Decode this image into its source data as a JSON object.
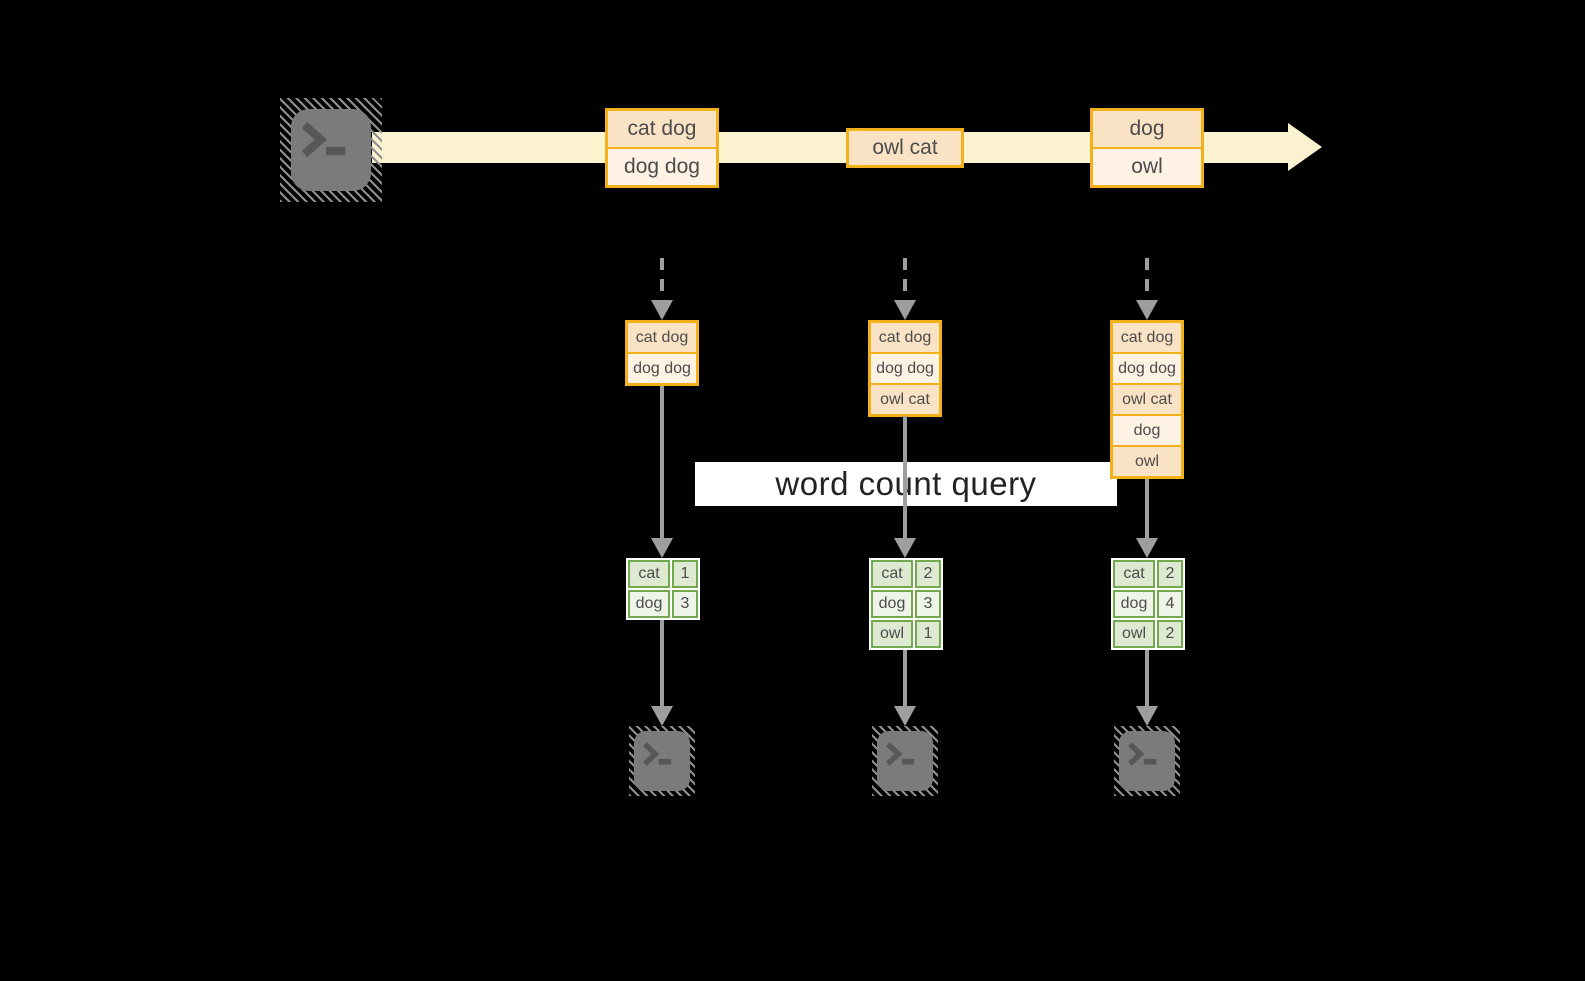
{
  "label": {
    "text": "word count query"
  },
  "stream": {
    "events": [
      {
        "cells": [
          "cat dog",
          "dog dog"
        ]
      },
      {
        "cells": [
          "owl cat"
        ]
      },
      {
        "cells": [
          "dog",
          "owl"
        ]
      }
    ]
  },
  "pipelines": [
    {
      "batch": {
        "cells": [
          "cat dog",
          "dog dog"
        ]
      },
      "counts": {
        "rows": [
          {
            "word": "cat",
            "count": "1"
          },
          {
            "word": "dog",
            "count": "3"
          }
        ]
      }
    },
    {
      "batch": {
        "cells": [
          "cat dog",
          "dog dog",
          "owl cat"
        ]
      },
      "counts": {
        "rows": [
          {
            "word": "cat",
            "count": "2"
          },
          {
            "word": "dog",
            "count": "3"
          },
          {
            "word": "owl",
            "count": "1"
          }
        ]
      }
    },
    {
      "batch": {
        "cells": [
          "cat dog",
          "dog dog",
          "owl cat",
          "dog",
          "owl"
        ]
      },
      "counts": {
        "rows": [
          {
            "word": "cat",
            "count": "2"
          },
          {
            "word": "dog",
            "count": "4"
          },
          {
            "word": "owl",
            "count": "2"
          }
        ]
      }
    }
  ],
  "icons": {
    "source": "terminal-prompt-icon",
    "sink": "terminal-prompt-icon"
  },
  "colors": {
    "background": "#000000",
    "cream": "#fbf2cf",
    "amber": "#f2b01b",
    "peach-dark": "#fae3c5",
    "peach-light": "#fdf2e3",
    "green": "#72a94e",
    "sage-dark": "#dde9d0",
    "sage-light": "#eef4e8",
    "gray": "#9e9e9e"
  }
}
